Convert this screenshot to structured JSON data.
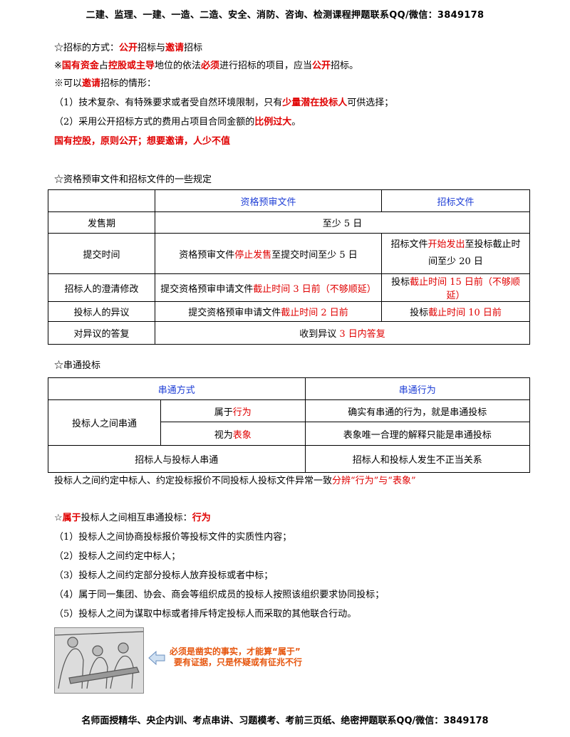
{
  "header": "二建、监理、一建、一造、二造、安全、消防、咨询、检测课程押题联系QQ/微信：3849178",
  "footer": "名师面授精华、央企内训、考点串讲、习题模考、考前三页纸、绝密押题联系QQ/微信：3849178",
  "sec1": {
    "l1": [
      "☆招标的方式：",
      "公开",
      "招标与",
      "邀请",
      "招标"
    ],
    "l2": [
      "※",
      "国有资金",
      "占",
      "控股或主导",
      "地位的依法",
      "必须",
      "进行招标的项目，应当",
      "公开",
      "招标。"
    ],
    "l3": [
      "※可以",
      "邀请",
      "招标的情形："
    ],
    "l4": [
      "（1）技术复杂、有特殊要求或者受自然环境限制，只有",
      "少量潜在投标人",
      "可供选择；"
    ],
    "l5": [
      "（2）采用公开招标方式的费用占项目合同金额的",
      "比例过大",
      "。"
    ],
    "l6": "国有控股，原则公开；想要邀请，人少不值"
  },
  "sec2": {
    "title": "☆资格预审文件和招标文件的一些规定",
    "head": [
      "资格预审文件",
      "招标文件"
    ],
    "rows": {
      "r1": {
        "label": "发售期",
        "merged": "至少 5 日"
      },
      "r2": {
        "label": "提交时间",
        "c1": [
          "资格预审文件",
          "停止发售",
          "至提交时间至少 5 日"
        ],
        "c2": [
          "招标文件",
          "开始发出",
          "至投标截止时间至少 20 日"
        ]
      },
      "r3": {
        "label": "招标人的澄清修改",
        "c1": [
          "提交资格预审申请文件",
          "截止时间 3 日前（不够顺延）"
        ],
        "c2": [
          "投标",
          "截止时间 15 日前（不够顺延）"
        ]
      },
      "r4": {
        "label": "投标人的异议",
        "c1": [
          "提交资格预审申请文件",
          "截止时间 2 日前"
        ],
        "c2": [
          "投标",
          "截止时间 10 日前"
        ]
      },
      "r5": {
        "label": "对异议的答复",
        "merged": [
          "收到异议 ",
          "3 日内答复"
        ]
      }
    }
  },
  "sec3": {
    "title": "☆串通投标",
    "head": [
      "串通方式",
      "串通行为"
    ],
    "group": "投标人之间串通",
    "sub1": [
      "属于",
      "行为"
    ],
    "sub1_desc": "确实有串通的行为，就是串通投标",
    "sub2": [
      "视为",
      "表象"
    ],
    "sub2_desc": "表象唯一合理的解释只能是串通投标",
    "row3": "招标人与投标人串通",
    "row3_desc": "招标人和投标人发生不正当关系",
    "note": [
      "投标人之间约定中标人、约定投标报价不同投标人投标文件异常一致",
      "分辨“行为”与“表象”"
    ]
  },
  "sec4": {
    "title": [
      "☆",
      "属于",
      "投标人之间相互串通投标：",
      "行为"
    ],
    "items": [
      "（1）投标人之间协商投标报价等投标文件的实质性内容；",
      "（2）投标人之间约定中标人；",
      "（3）投标人之间约定部分投标人放弃投标或者中标；",
      "（4）属于同一集团、协会、商会等组织成员的投标人按照该组织要求协同投标；",
      "（5）投标人之间为谋取中标或者排斥特定投标人而采取的其他联合行动。"
    ],
    "callout": [
      "必须是凿实的事实，才能算“属于”",
      "要有证据，只是怀疑或有征兆不行"
    ]
  }
}
